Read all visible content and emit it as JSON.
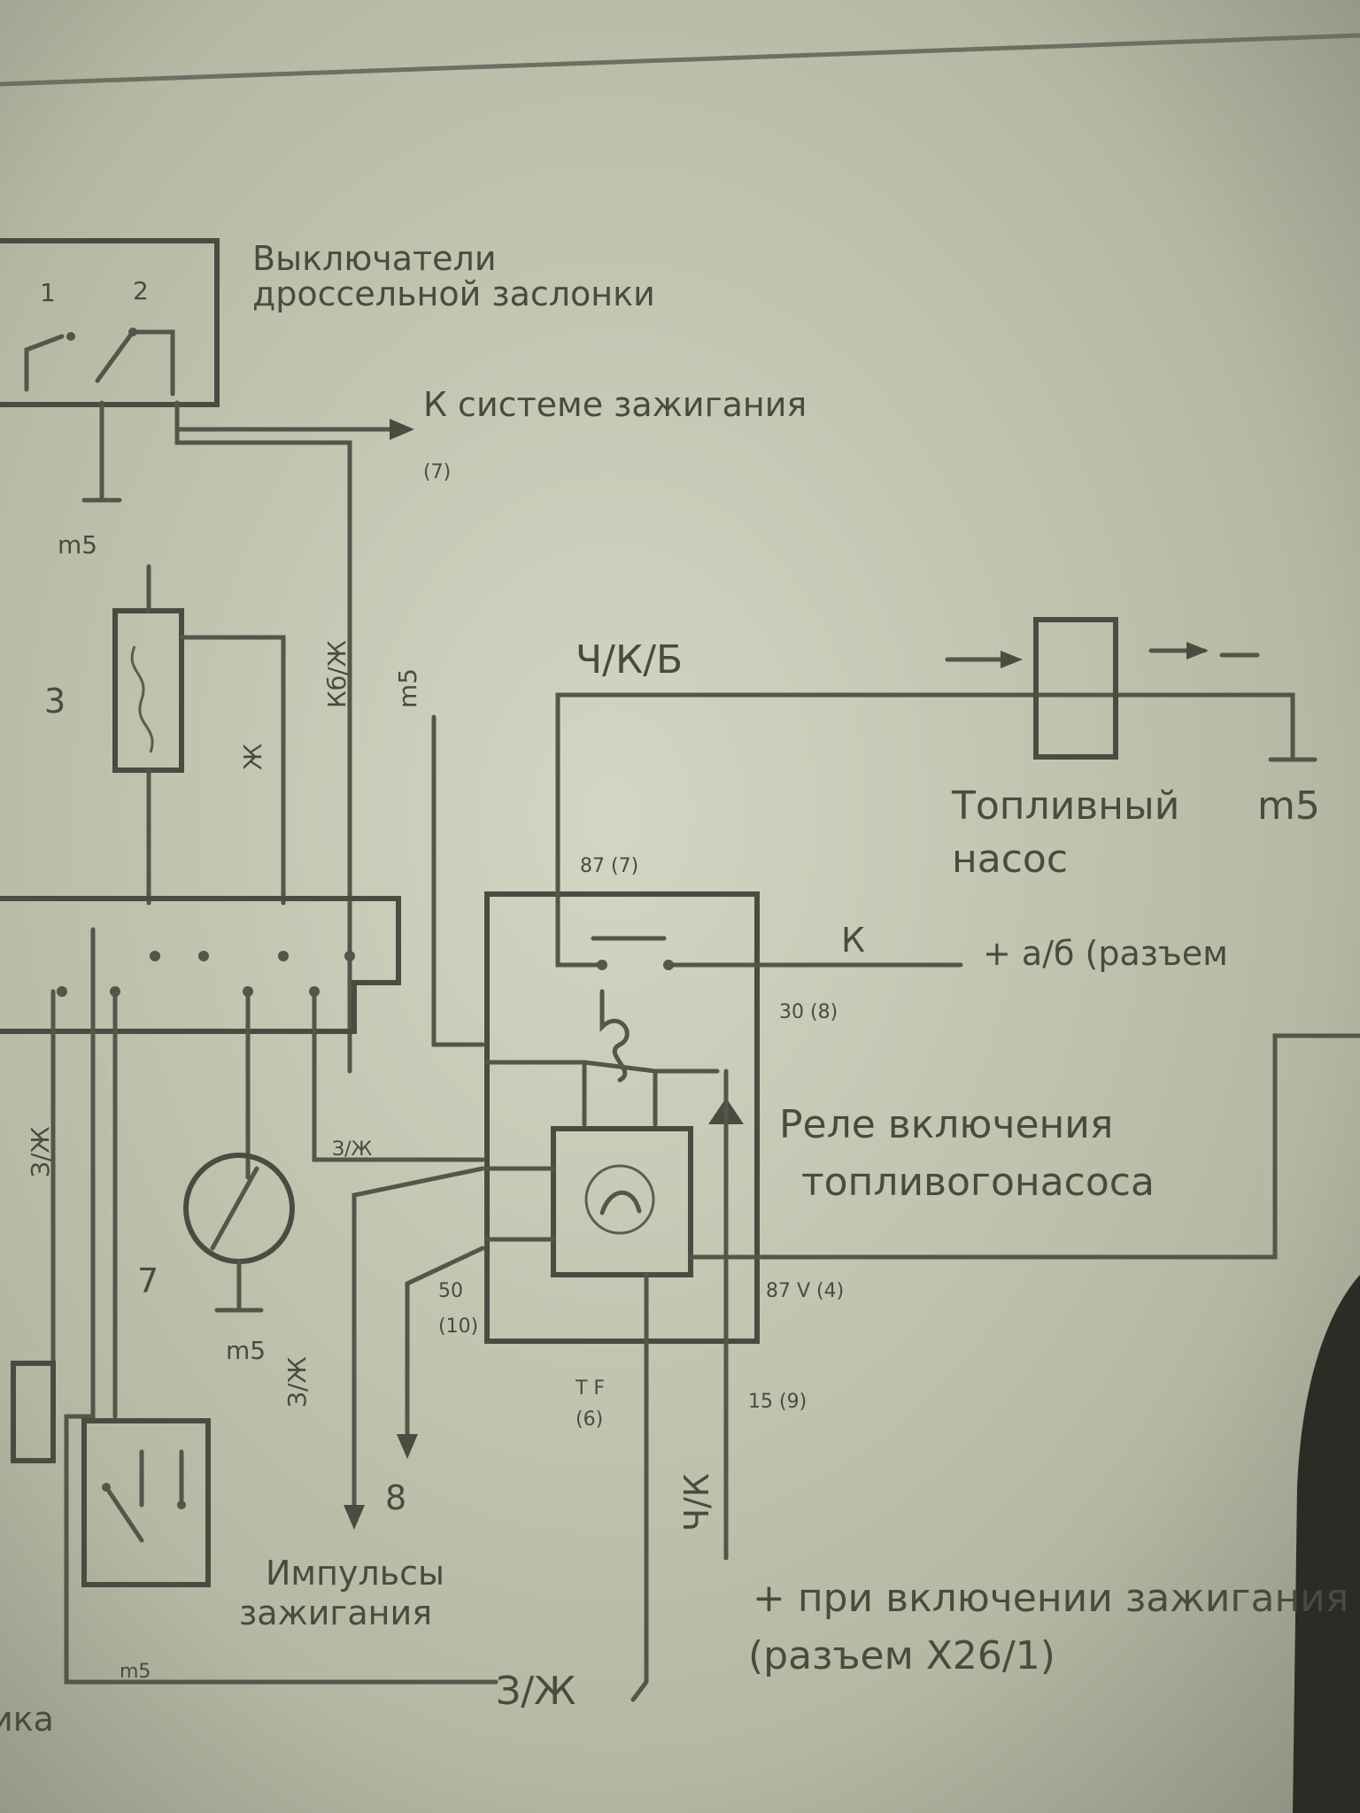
{
  "diagram": {
    "labels": {
      "throttle_switch_l1": "Выключатели",
      "throttle_switch_l2": "дроссельной заслонки",
      "to_ignition": "К системе зажигания",
      "to_ignition_ref": "(7)",
      "pin_1": "1",
      "pin_2": "2",
      "item_3": "3",
      "item_7": "7",
      "item_8": "8",
      "m5_a": "m5",
      "m5_b": "m5",
      "m5_c": "m5",
      "m5_d": "m5",
      "wire_ch_k_b": "Ч/К/Б",
      "wire_k": "К",
      "wire_kg_zh": "Кб/Ж",
      "wire_zh_1": "Ж",
      "wire_z_zh_1": "З/Ж",
      "wire_z_zh_2": "З/Ж",
      "wire_z_zh_3": "З/Ж",
      "wire_z_zh_4": "З/Ж",
      "wire_ch_k": "Ч/К",
      "fuel_pump_l1": "Топливный",
      "fuel_pump_l2": "насос",
      "fuel_pump_m5": "m5",
      "plus_ab": "+ a/б (разъем",
      "relay_l1": "Реле включения",
      "relay_l2": "топливогонасоса",
      "pin_87_7": "87 (7)",
      "pin_30_8": "30 (8)",
      "pin_87v_4": "87 V (4)",
      "pin_15_9": "15 (9)",
      "pin_tf_6": "T F",
      "pin_tf_6b": "(6)",
      "pin_50": "50",
      "pin_10": "(10)",
      "impulses_l1": "Импульсы",
      "impulses_l2": "зажигания",
      "plus_ignition_l1": "+ при включении зажигания",
      "plus_ignition_l2": "(разъем X26/1)",
      "side_text": "ика"
    }
  }
}
